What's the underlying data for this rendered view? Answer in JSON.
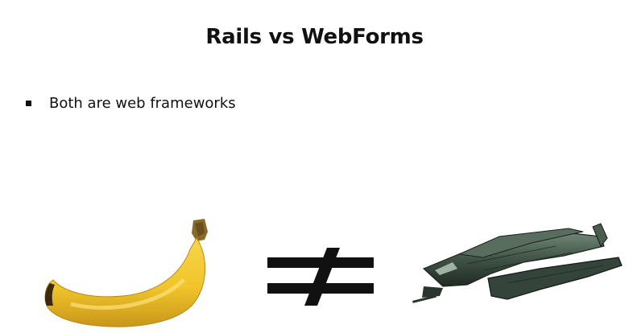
{
  "slide": {
    "title": "Rails vs WebForms",
    "bullets": [
      "Both are web frameworks"
    ]
  },
  "images": {
    "left": "banana",
    "middle": "not-equal-icon",
    "right": "spaceship"
  }
}
